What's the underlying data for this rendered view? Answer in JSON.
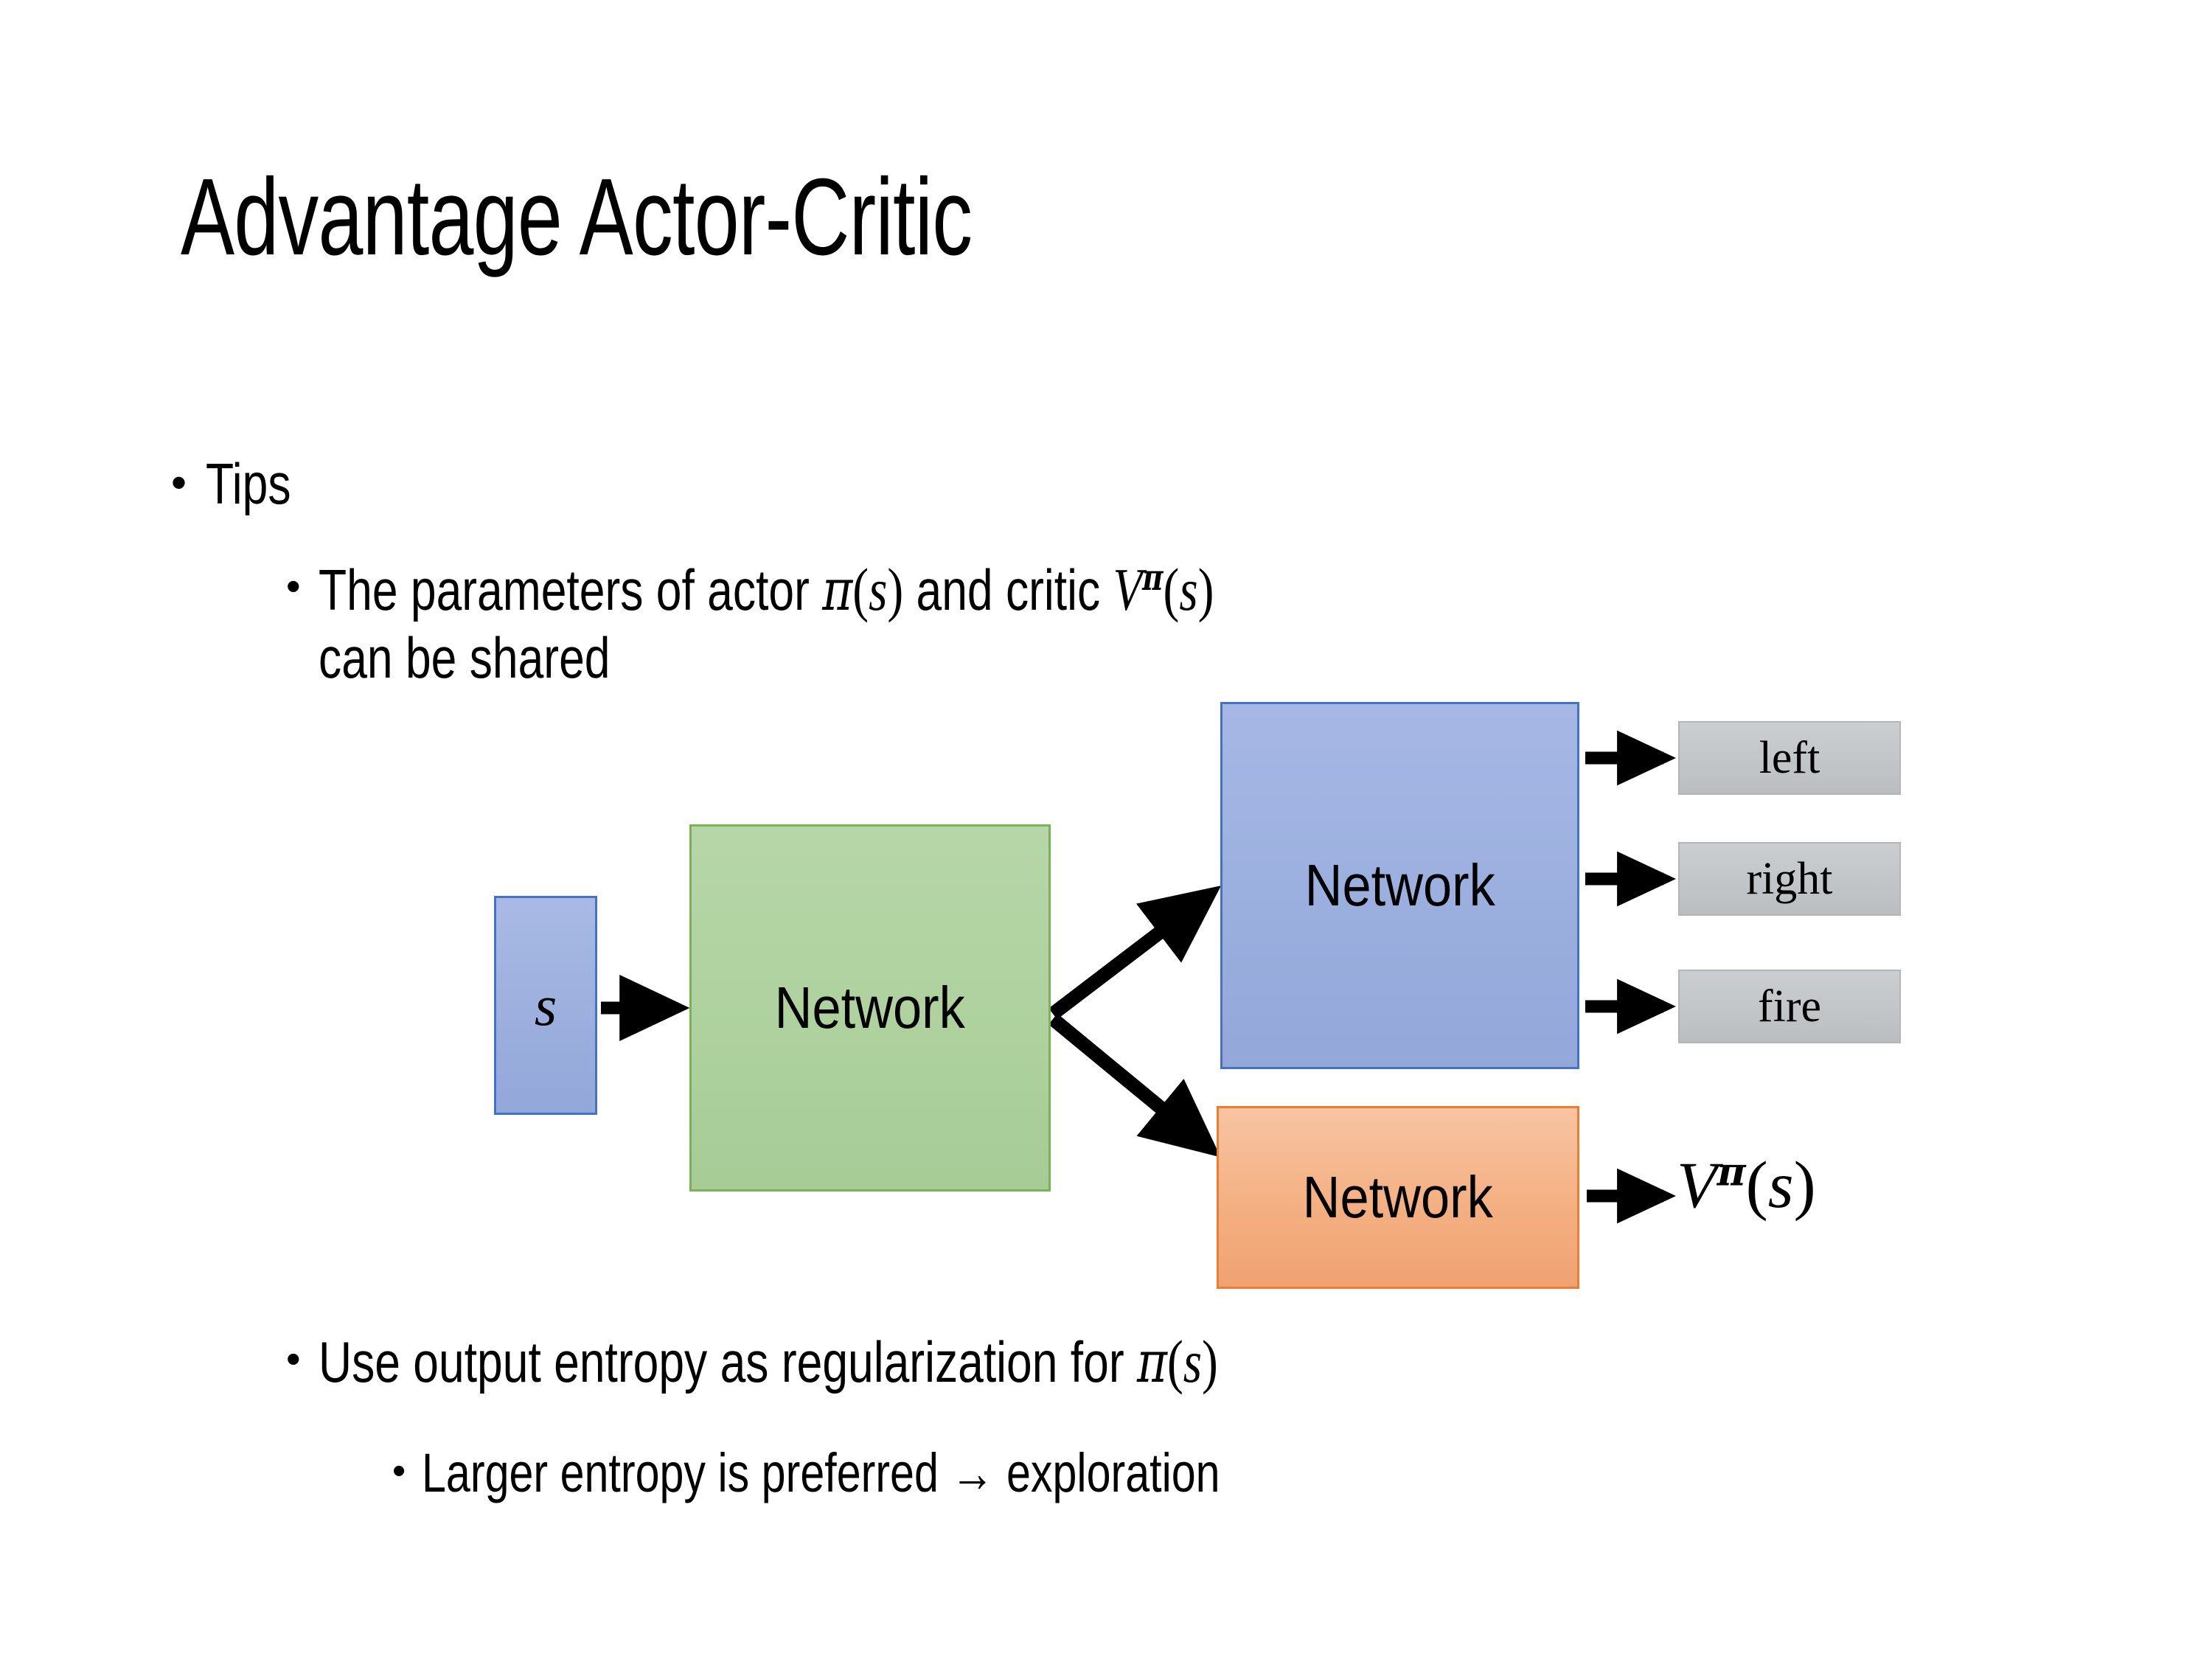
{
  "slide": {
    "title": "Advantage Actor-Critic",
    "background_color": "#ffffff"
  },
  "bullets": {
    "tips": {
      "marker": "•",
      "text": "Tips"
    },
    "parameters": {
      "marker": "•",
      "text_before_pi": "The parameters of actor ",
      "pi_symbol": "π",
      "pi_arg_open": "(",
      "pi_arg": "s",
      "pi_arg_close": ")",
      "text_middle": " and critic ",
      "v_symbol": "V",
      "v_superscript": "π",
      "v_arg_open": "(",
      "v_arg": "s",
      "v_arg_close": ")",
      "text_after": "can be shared",
      "full_text": "The parameters of actor π(s)  and critic Vπ(s) can be shared"
    },
    "entropy": {
      "marker": "•",
      "text_before": "Use output entropy as regularization for ",
      "pi_symbol": "π",
      "pi_arg_open": "(",
      "pi_arg": "s",
      "pi_arg_close": ")",
      "full_text": "Use output entropy as regularization for π(s)"
    },
    "larger": {
      "marker": "•",
      "text": "Larger entropy is preferred → exploration",
      "arrow_glyph": "→"
    }
  },
  "diagram": {
    "state_box": {
      "label": "s",
      "fill": "#9CB0DF",
      "border": "#4472C4"
    },
    "shared_network": {
      "label": "Network",
      "fill": "#AFD29F",
      "border": "#70AD47"
    },
    "actor_network": {
      "label": "Network",
      "fill": "#9CB0DF",
      "border": "#4472C4"
    },
    "critic_network": {
      "label": "Network",
      "fill": "#F4B183",
      "border": "#ED7D31"
    },
    "actions": [
      {
        "label": "left",
        "fill": "#C3C6C8"
      },
      {
        "label": "right",
        "fill": "#C3C6C8"
      },
      {
        "label": "fire",
        "fill": "#C3C6C8"
      }
    ],
    "value_output": {
      "symbol": "V",
      "superscript": "π",
      "arg_open": "(",
      "arg": "s",
      "arg_close": ")",
      "full_text": "Vπ(s)"
    },
    "arrow_color": "#000000"
  }
}
